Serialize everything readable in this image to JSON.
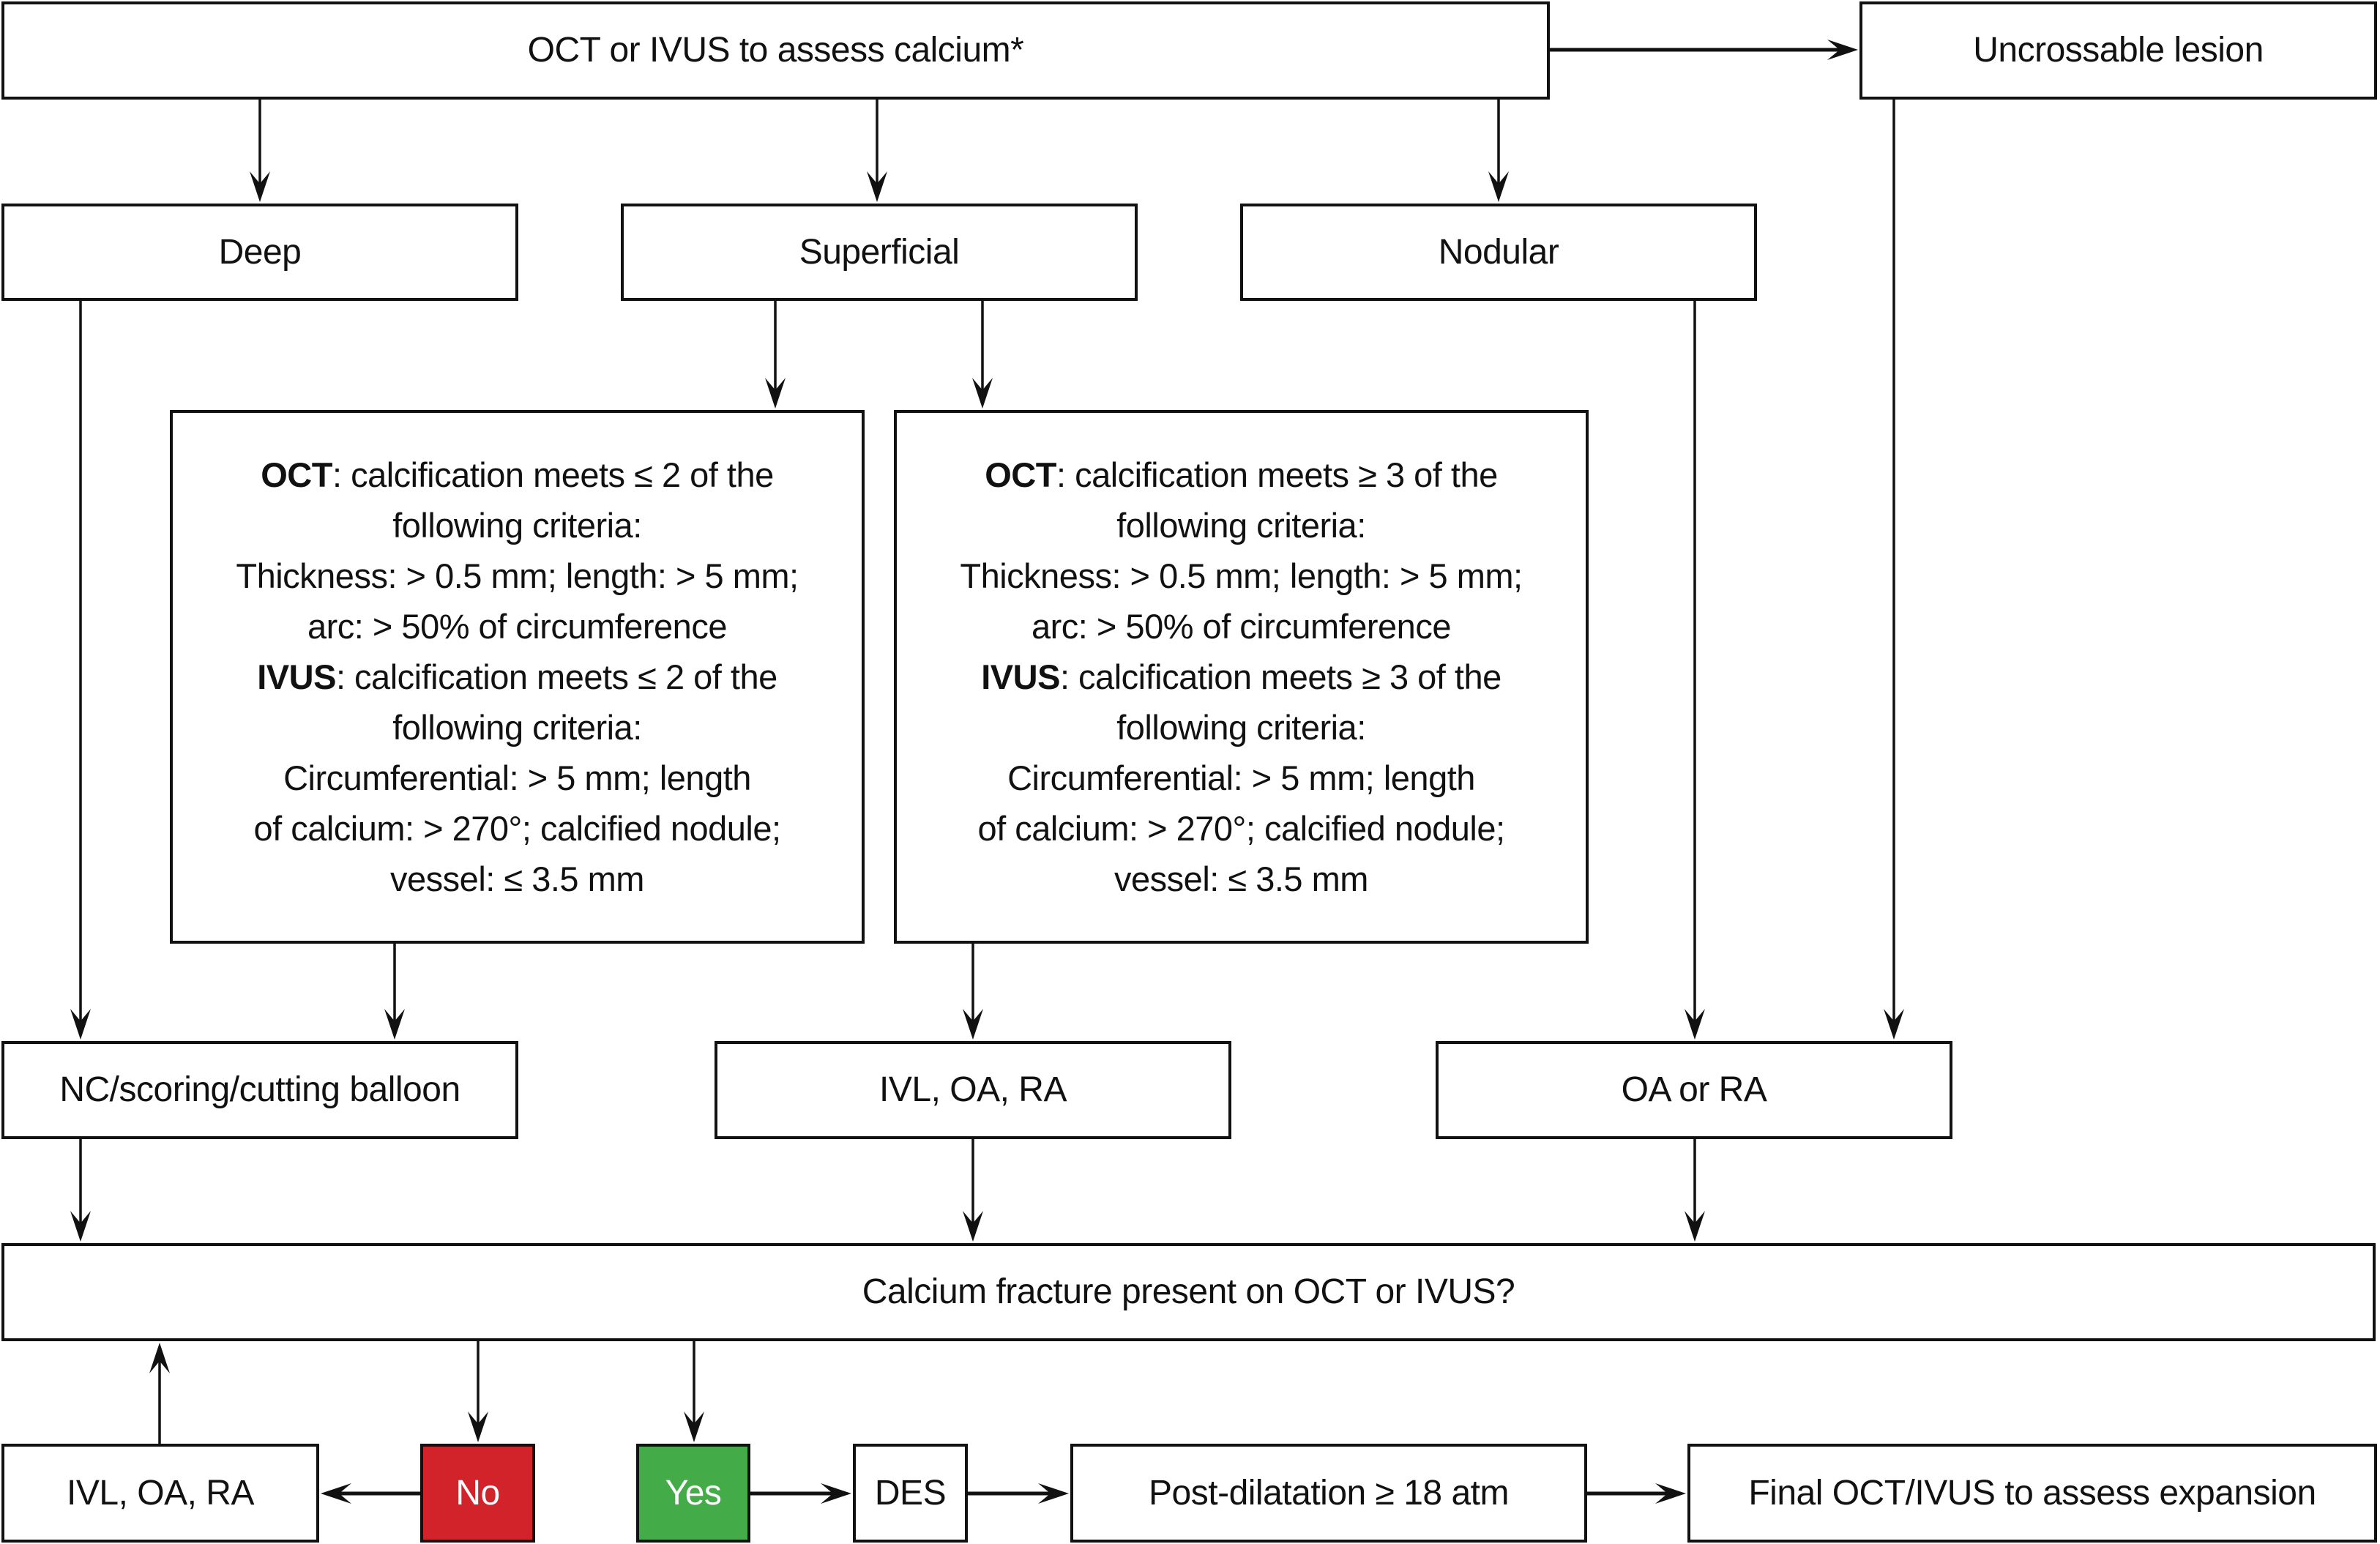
{
  "flowchart": {
    "start": "OCT or IVUS to assess calcium*",
    "uncrossable": "Uncrossable lesion",
    "deep": "Deep",
    "superficial": "Superficial",
    "nodular": "Nodular",
    "criteria_low": {
      "oct_label": "OCT",
      "oct_text": ": calcification meets ≤ 2 of the",
      "line2": "following criteria:",
      "line3": "Thickness: > 0.5 mm; length: > 5 mm;",
      "line4": "arc: > 50% of circumference",
      "ivus_label": "IVUS",
      "ivus_text": ": calcification meets ≤ 2 of the",
      "line6": "following criteria:",
      "line7": "Circumferential: > 5 mm; length",
      "line8": "of calcium: > 270°; calcified nodule;",
      "line9": "vessel: ≤ 3.5 mm"
    },
    "criteria_high": {
      "oct_label": "OCT",
      "oct_text": ": calcification meets ≥ 3 of the",
      "line2": "following criteria:",
      "line3": "Thickness: > 0.5 mm; length: > 5 mm;",
      "line4": "arc: > 50% of circumference",
      "ivus_label": "IVUS",
      "ivus_text": ": calcification meets ≥ 3 of the",
      "line6": "following criteria:",
      "line7": "Circumferential: > 5 mm; length",
      "line8": "of calcium: > 270°; calcified nodule;",
      "line9": "vessel: ≤ 3.5 mm"
    },
    "nc_balloon": "NC/scoring/cutting balloon",
    "ivl_oa_ra_mid": "IVL, OA, RA",
    "oa_or_ra": "OA or RA",
    "fracture_question": "Calcium fracture present on OCT or IVUS?",
    "ivl_oa_ra_bottom": "IVL, OA, RA",
    "no": "No",
    "yes": "Yes",
    "des": "DES",
    "post_dilatation": "Post-dilatation ≥ 18 atm",
    "final": "Final OCT/IVUS to assess expansion"
  },
  "colors": {
    "no_fill": "#D2232A",
    "yes_fill": "#43AC49",
    "stroke": "#111111"
  }
}
